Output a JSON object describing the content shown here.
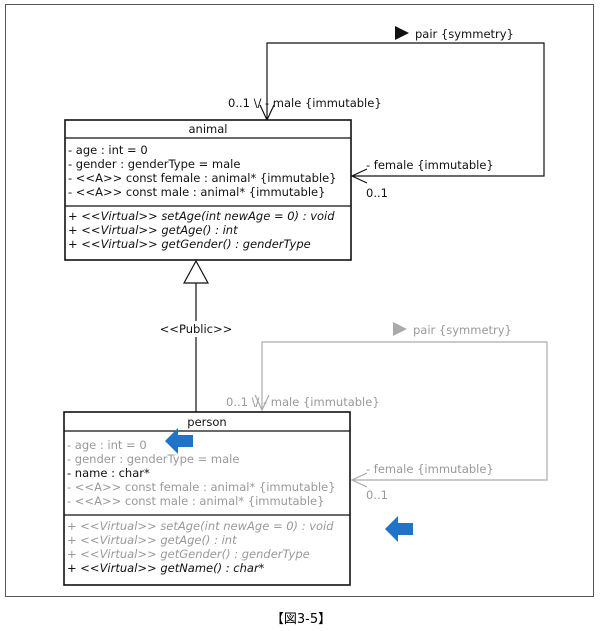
{
  "top_assoc": {
    "pair_label": "pair {symmetry}",
    "male_label": "0..1 \\/ - male {immutable}",
    "female_label": "- female {immutable}",
    "female_mult": "0..1"
  },
  "animal": {
    "name": "animal",
    "attributes": [
      "- age : int = 0",
      "- gender : genderType = male",
      "- <<A>> const female : animal* {immutable}",
      "- <<A>> const male : animal* {immutable}"
    ],
    "operations": [
      "+ <<Virtual>> setAge(int newAge = 0) : void",
      "+ <<Virtual>> getAge() : int",
      "+ <<Virtual>> getGender() : genderType"
    ]
  },
  "inheritance_label": "<<Public>>",
  "bottom_assoc": {
    "pair_label": "pair {symmetry}",
    "male_label": "0..1 \\/ - male {immutable}",
    "female_label": "- female {immutable}",
    "female_mult": "0..1"
  },
  "person": {
    "name": "person",
    "attributes": [
      "- age : int = 0",
      "- gender : genderType = male",
      "- name : char*",
      "- <<A>> const female : animal* {immutable}",
      "- <<A>> const male : animal* {immutable}"
    ],
    "operations": [
      "+ <<Virtual>> setAge(int newAge = 0) : void",
      "+ <<Virtual>> getAge() : int",
      "+ <<Virtual>> getGender() : genderType",
      "+ <<Virtual>> getName() : char*"
    ]
  },
  "caption": "【図3-5】",
  "colors": {
    "line": "#111111",
    "inherited": "#999999",
    "arrow": "#1f73c8"
  }
}
